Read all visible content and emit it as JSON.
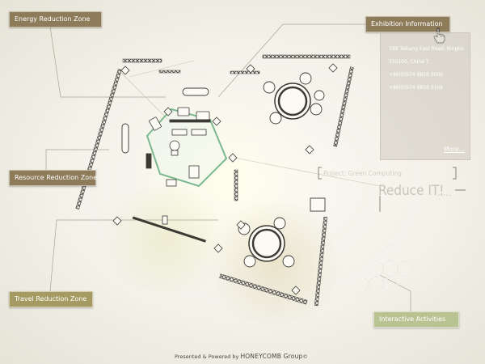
{
  "zones": {
    "energy": "Energy Reduction Zone",
    "resource": "Resource Reduction Zone",
    "travel": "Travel Reduction Zone"
  },
  "exhibition": {
    "button_label": "Exhibition Information",
    "address_line1": "189 Taikang East Road, Ningbo",
    "address_line2": "315100, China T:",
    "phone1": "+86(0)574 8818 0000",
    "phone2": "+86(0)574 8818 0168",
    "more_label": "More..."
  },
  "project": {
    "title": "Project: Green Computing",
    "slogan": "Reduce IT!",
    "slogan_suffix": "....."
  },
  "interactive": {
    "label": "Interactive Activities"
  },
  "footer": {
    "prefix": "Presented & Powered by",
    "brand": "HONEYCOMB Group",
    "mark": "©"
  },
  "colors": {
    "energy_label_bg": "#8e7b5a",
    "exhibition_label_bg": "#8e7b5a",
    "resource_label_bg": "#8e7b5a",
    "travel_label_bg": "#a59b62",
    "interactive_label_bg": "#b9c392",
    "hexagon_outline": "#7ab88e"
  },
  "icons": {
    "cursor": "hand-pointer-icon",
    "floorplan": "exhibition-floor-plan"
  }
}
